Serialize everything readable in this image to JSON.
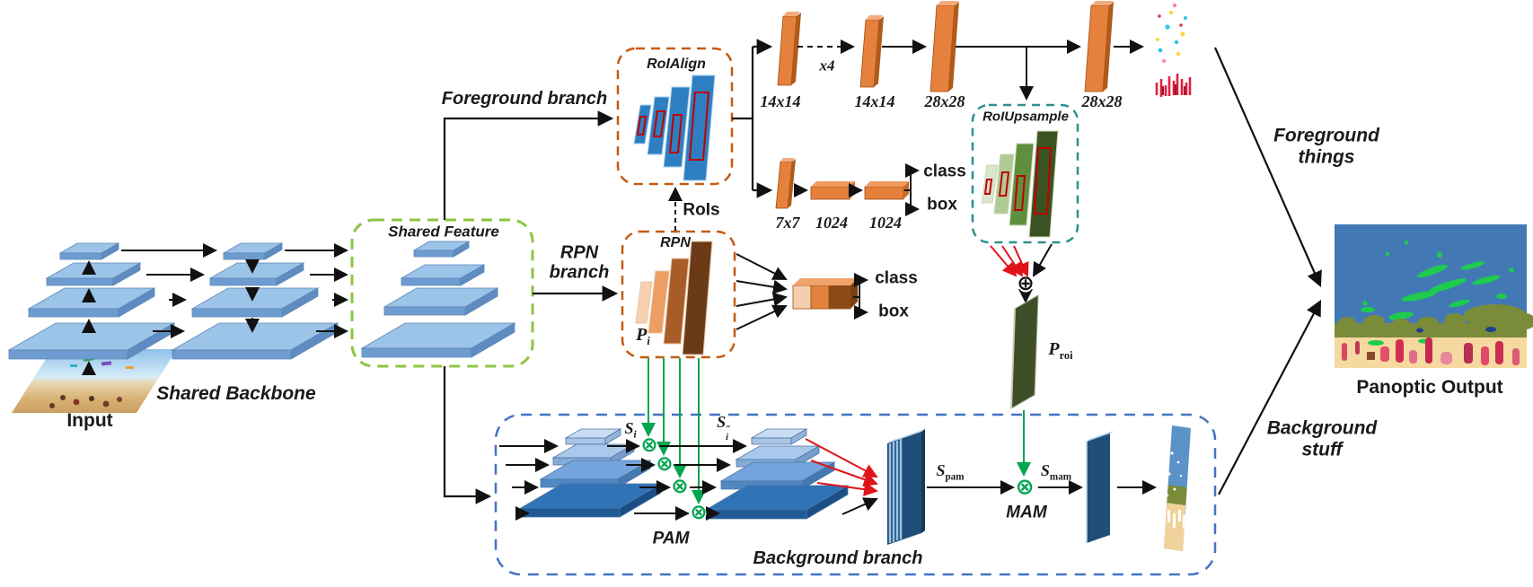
{
  "palette": {
    "backbone_blue_top": "#9CC3E8",
    "backbone_blue_front": "#6E9CD0",
    "orange_panel": "#E5813C",
    "rpn_dark_brown": "#6B3A17",
    "roiupsample_dark_green": "#3B5323",
    "p_roi_green": "#3E4E26",
    "navy_panel": "#1F4E79",
    "green_operator": "#00A550",
    "red_arrow": "#E1131A",
    "dash_green_box": "#8CC544",
    "dash_orange_box": "#C55A11",
    "dash_teal_box": "#2E8F8F",
    "dash_blue_box": "#4472C4"
  },
  "input": {
    "label": "Input"
  },
  "backbone": {
    "label": "Shared Backbone"
  },
  "shared_feature": {
    "label": "Shared Feature"
  },
  "branches": {
    "foreground": "Foreground branch",
    "rpn_line1": "RPN",
    "rpn_line2": "branch",
    "background": "Background branch"
  },
  "foreground": {
    "roialign": "RoIAlign",
    "rois": "RoIs",
    "mask_path": {
      "d1": "14x14",
      "x4": "x4",
      "d2": "14x14",
      "d3": "28x28",
      "d4": "28x28"
    },
    "box_path": {
      "d1": "7x7",
      "fc1": "1024",
      "fc2": "1024",
      "class_label": "class",
      "box_label": "box"
    },
    "roiupsample": "RoIUpsample"
  },
  "rpn": {
    "label": "RPN",
    "class_label": "class",
    "box_label": "box",
    "p_i": {
      "base": "P",
      "sub": "i"
    }
  },
  "background": {
    "s_i": {
      "base": "S",
      "sub": "i"
    },
    "s_i_dp": {
      "base": "S",
      "sup": "″",
      "sub": "i"
    },
    "pam": "PAM",
    "s_pam": {
      "base": "S",
      "sub": "pam"
    },
    "mam": "MAM",
    "s_mam": {
      "base": "S",
      "sub": "mam"
    }
  },
  "p_roi": {
    "base": "P",
    "sub": "roi"
  },
  "operators": {
    "sum": "⊕",
    "product": "⊗"
  },
  "outputs": {
    "foreground_things_line1": "Foreground",
    "foreground_things_line2": "things",
    "background_stuff_line1": "Background",
    "background_stuff_line2": "stuff",
    "panoptic": "Panoptic Output"
  }
}
